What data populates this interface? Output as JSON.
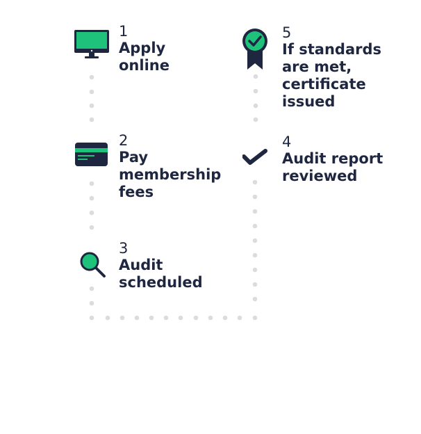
{
  "colors": {
    "navy": "#1e2640",
    "green": "#1ec27a",
    "dot": "#dcdcdc"
  },
  "steps": [
    {
      "number": "1",
      "lines": [
        "Apply",
        "online"
      ],
      "icon": "monitor-icon"
    },
    {
      "number": "2",
      "lines": [
        "Pay",
        "membership",
        "fees"
      ],
      "icon": "credit-card-icon"
    },
    {
      "number": "3",
      "lines": [
        "Audit",
        "scheduled"
      ],
      "icon": "magnifier-icon"
    },
    {
      "number": "4",
      "lines": [
        "Audit report",
        "reviewed"
      ],
      "icon": "checkmark-icon"
    },
    {
      "number": "5",
      "lines": [
        "If standards",
        "are met,",
        "certificate",
        "issued"
      ],
      "icon": "award-badge-icon"
    }
  ]
}
